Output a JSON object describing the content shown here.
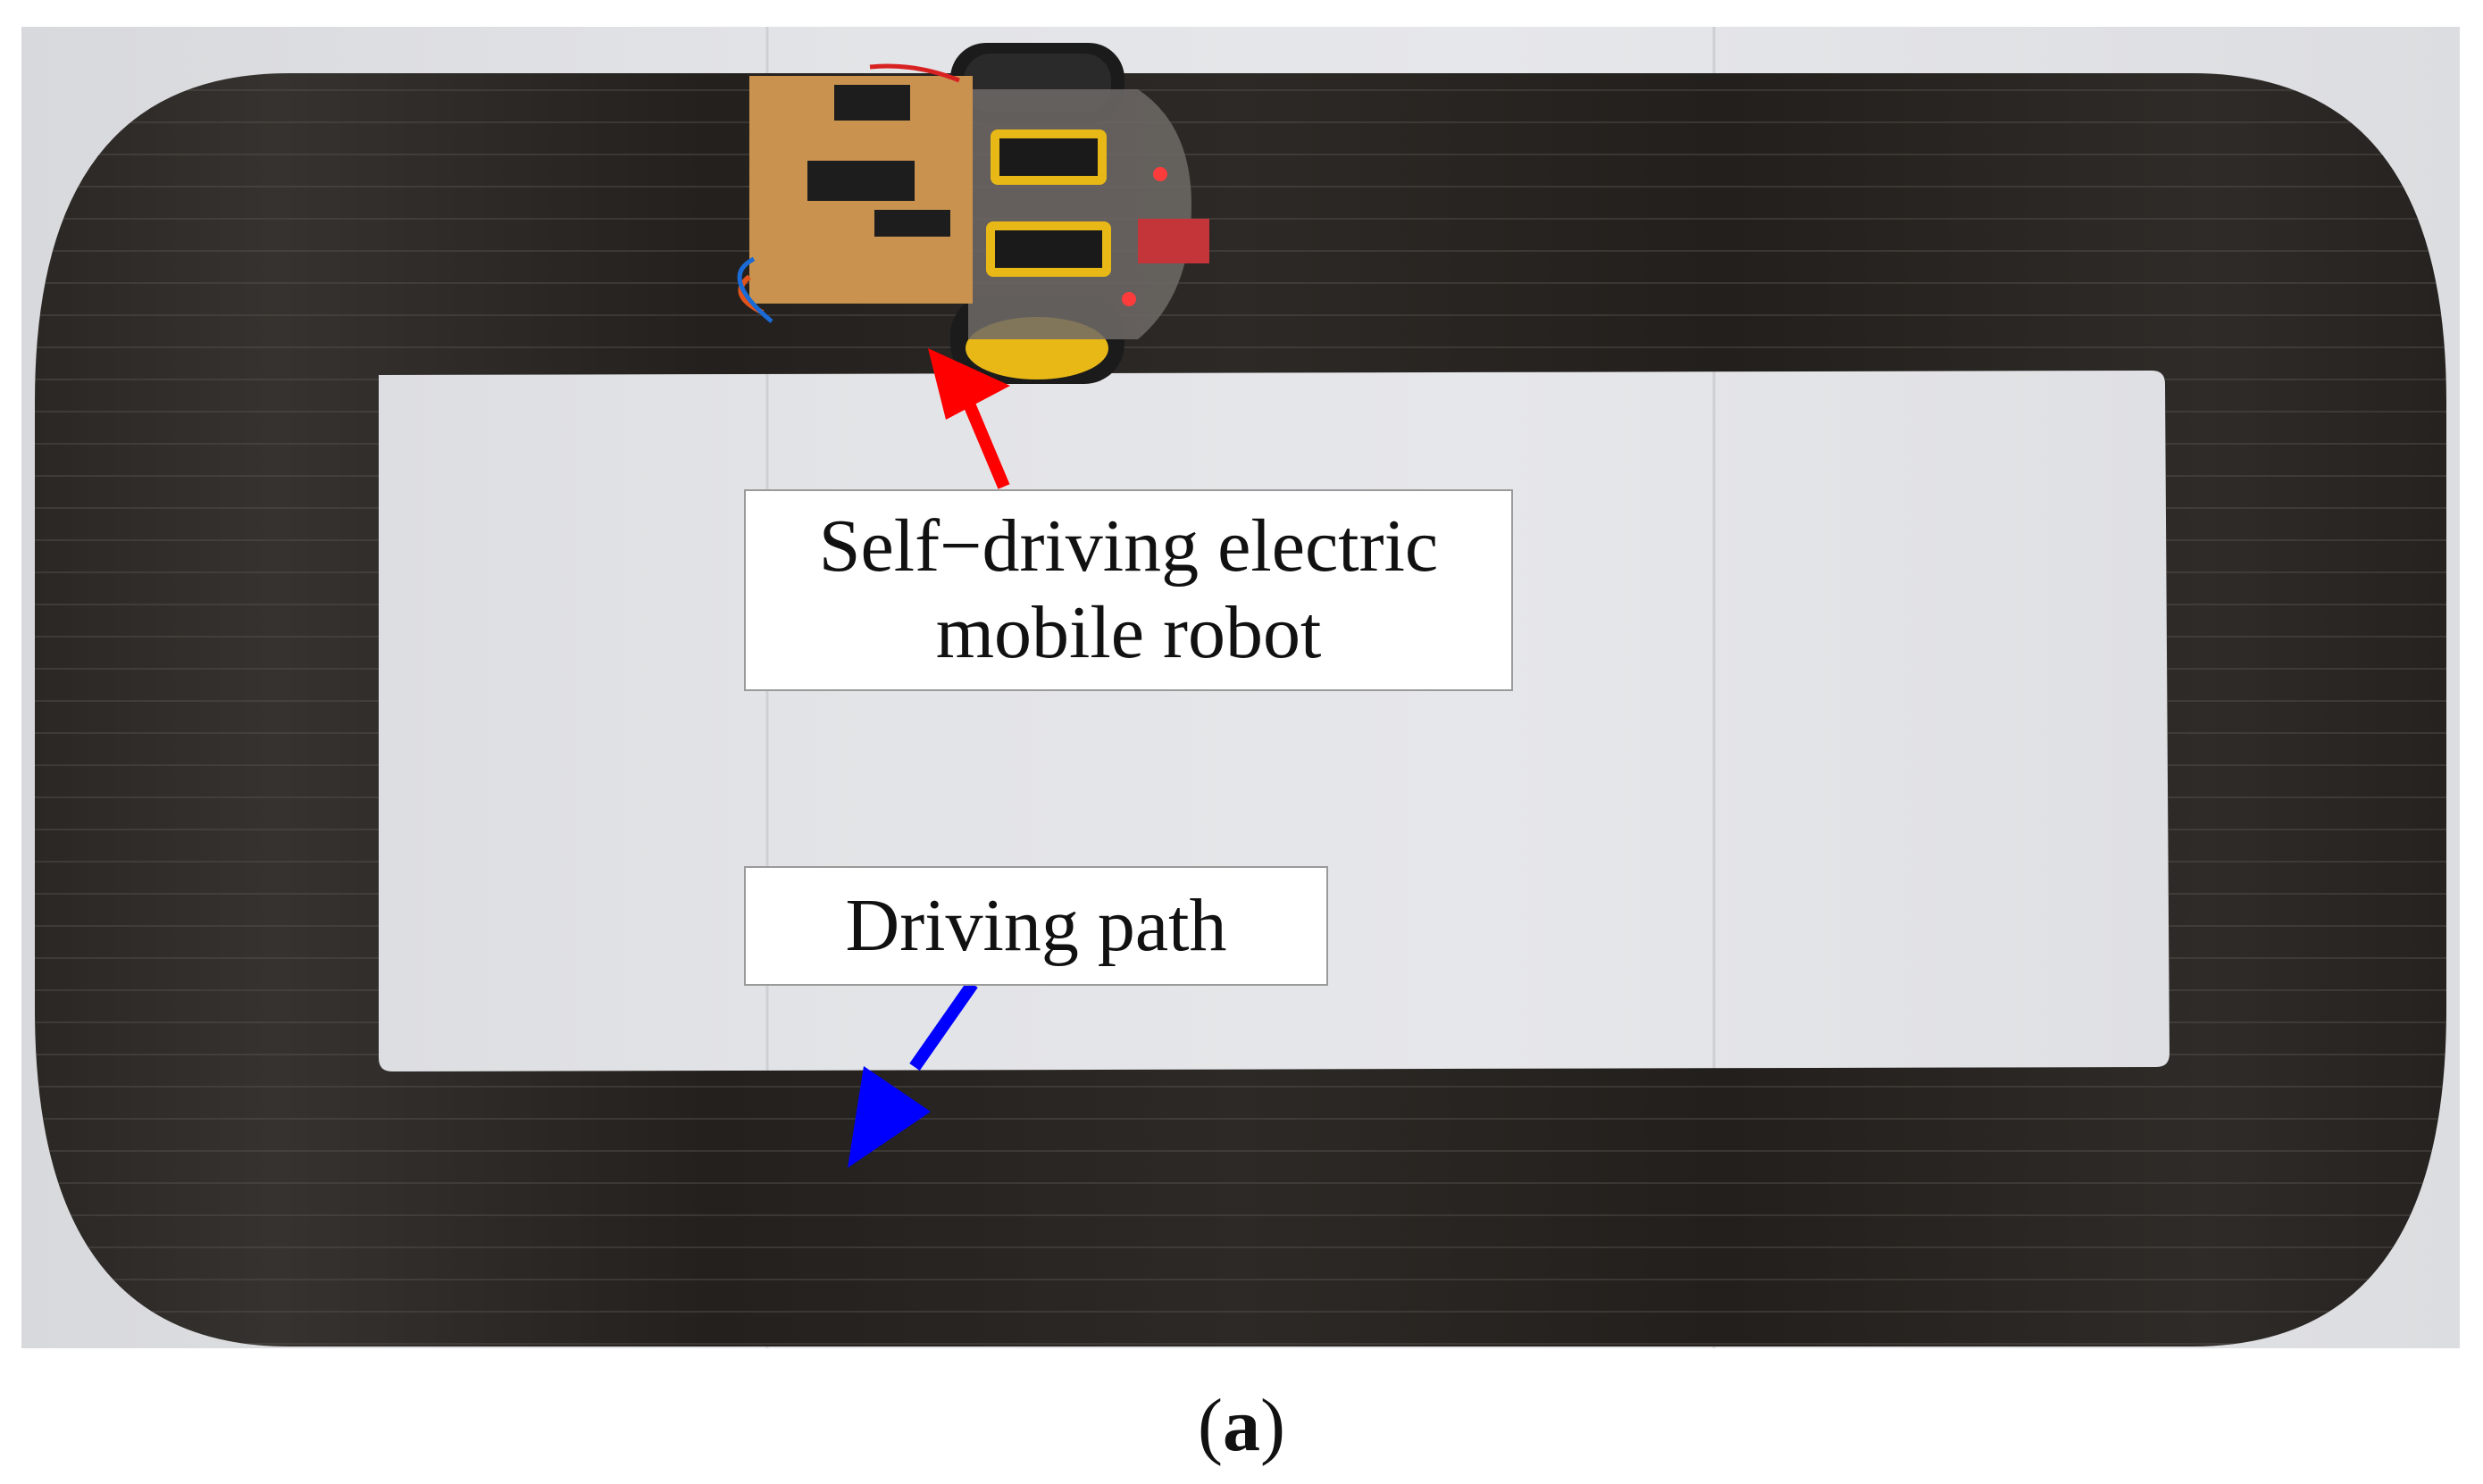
{
  "figure": {
    "robot_label_line1": "Self−driving electric",
    "robot_label_line2": "mobile robot",
    "path_label": "Driving path",
    "caption_open": "(",
    "caption_letter": "a",
    "caption_close": ")"
  },
  "colors": {
    "background_paper": "#e3e4e7",
    "track": "#26221f",
    "robot_arrow": "#ff0000",
    "path_arrow": "#0000ff"
  }
}
